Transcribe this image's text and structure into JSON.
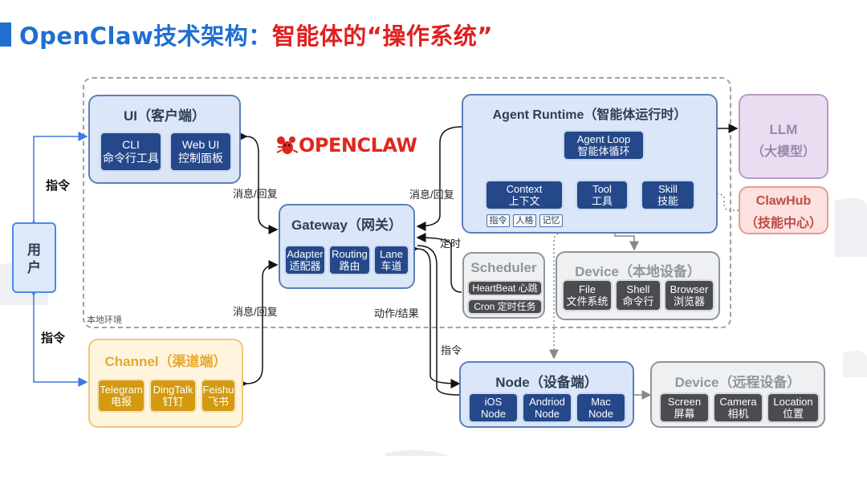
{
  "title": {
    "main": "OpenClaw技术架构：",
    "highlight": "智能体的“操作系统”"
  },
  "local_env_label": "本地环境",
  "logo": {
    "part1": "OPEN",
    "part2": "CLAW"
  },
  "user": {
    "line1": "用",
    "line2": "户"
  },
  "labels": {
    "cmd_top": "指令",
    "cmd_bottom": "指令",
    "msg_reply_ui": "消息/回复",
    "msg_reply_agent": "消息/回复",
    "msg_reply_channel": "消息/回复",
    "timer": "定时",
    "action_result": "动作/结果",
    "cmd_node": "指令"
  },
  "ui": {
    "title": "UI（客户端）",
    "cli": [
      "CLI",
      "命令行工具"
    ],
    "webui": [
      "Web UI",
      "控制面板"
    ]
  },
  "gateway": {
    "title": "Gateway（网关）",
    "adapter": [
      "Adapter",
      "适配器"
    ],
    "routing": [
      "Routing",
      "路由"
    ],
    "lane": [
      "Lane",
      "车道"
    ]
  },
  "channel": {
    "title": "Channel（渠道端）",
    "telegram": [
      "Telegram",
      "电报"
    ],
    "dingtalk": [
      "DingTalk",
      "钉钉"
    ],
    "feishu": [
      "Feishu",
      "飞书"
    ]
  },
  "agent": {
    "title": "Agent Runtime（智能体运行时）",
    "loop": [
      "Agent Loop",
      "智能体循环"
    ],
    "context": [
      "Context",
      "上下文"
    ],
    "tool": [
      "Tool",
      "工具"
    ],
    "skill": [
      "Skill",
      "技能"
    ],
    "tags": [
      "指令",
      "人格",
      "记忆"
    ]
  },
  "llm": {
    "title": "LLM",
    "sub": "（大模型）"
  },
  "clawhub": {
    "title": "ClawHub",
    "sub": "（技能中心）"
  },
  "scheduler": {
    "title": "Scheduler",
    "heartbeat": "HeartBeat 心跳",
    "cron": "Cron 定时任务"
  },
  "device_local": {
    "title": "Device（本地设备）",
    "file": [
      "File",
      "文件系统"
    ],
    "shell": [
      "Shell",
      "命令行"
    ],
    "browser": [
      "Browser",
      "浏览器"
    ]
  },
  "node": {
    "title": "Node（设备端）",
    "ios": [
      "iOS",
      "Node"
    ],
    "android": [
      "Andriod",
      "Node"
    ],
    "mac": [
      "Mac",
      "Node"
    ]
  },
  "device_remote": {
    "title": "Device（远程设备）",
    "screen": [
      "Screen",
      "屏幕"
    ],
    "camera": [
      "Camera",
      "相机"
    ],
    "location": [
      "Location",
      "位置"
    ]
  }
}
